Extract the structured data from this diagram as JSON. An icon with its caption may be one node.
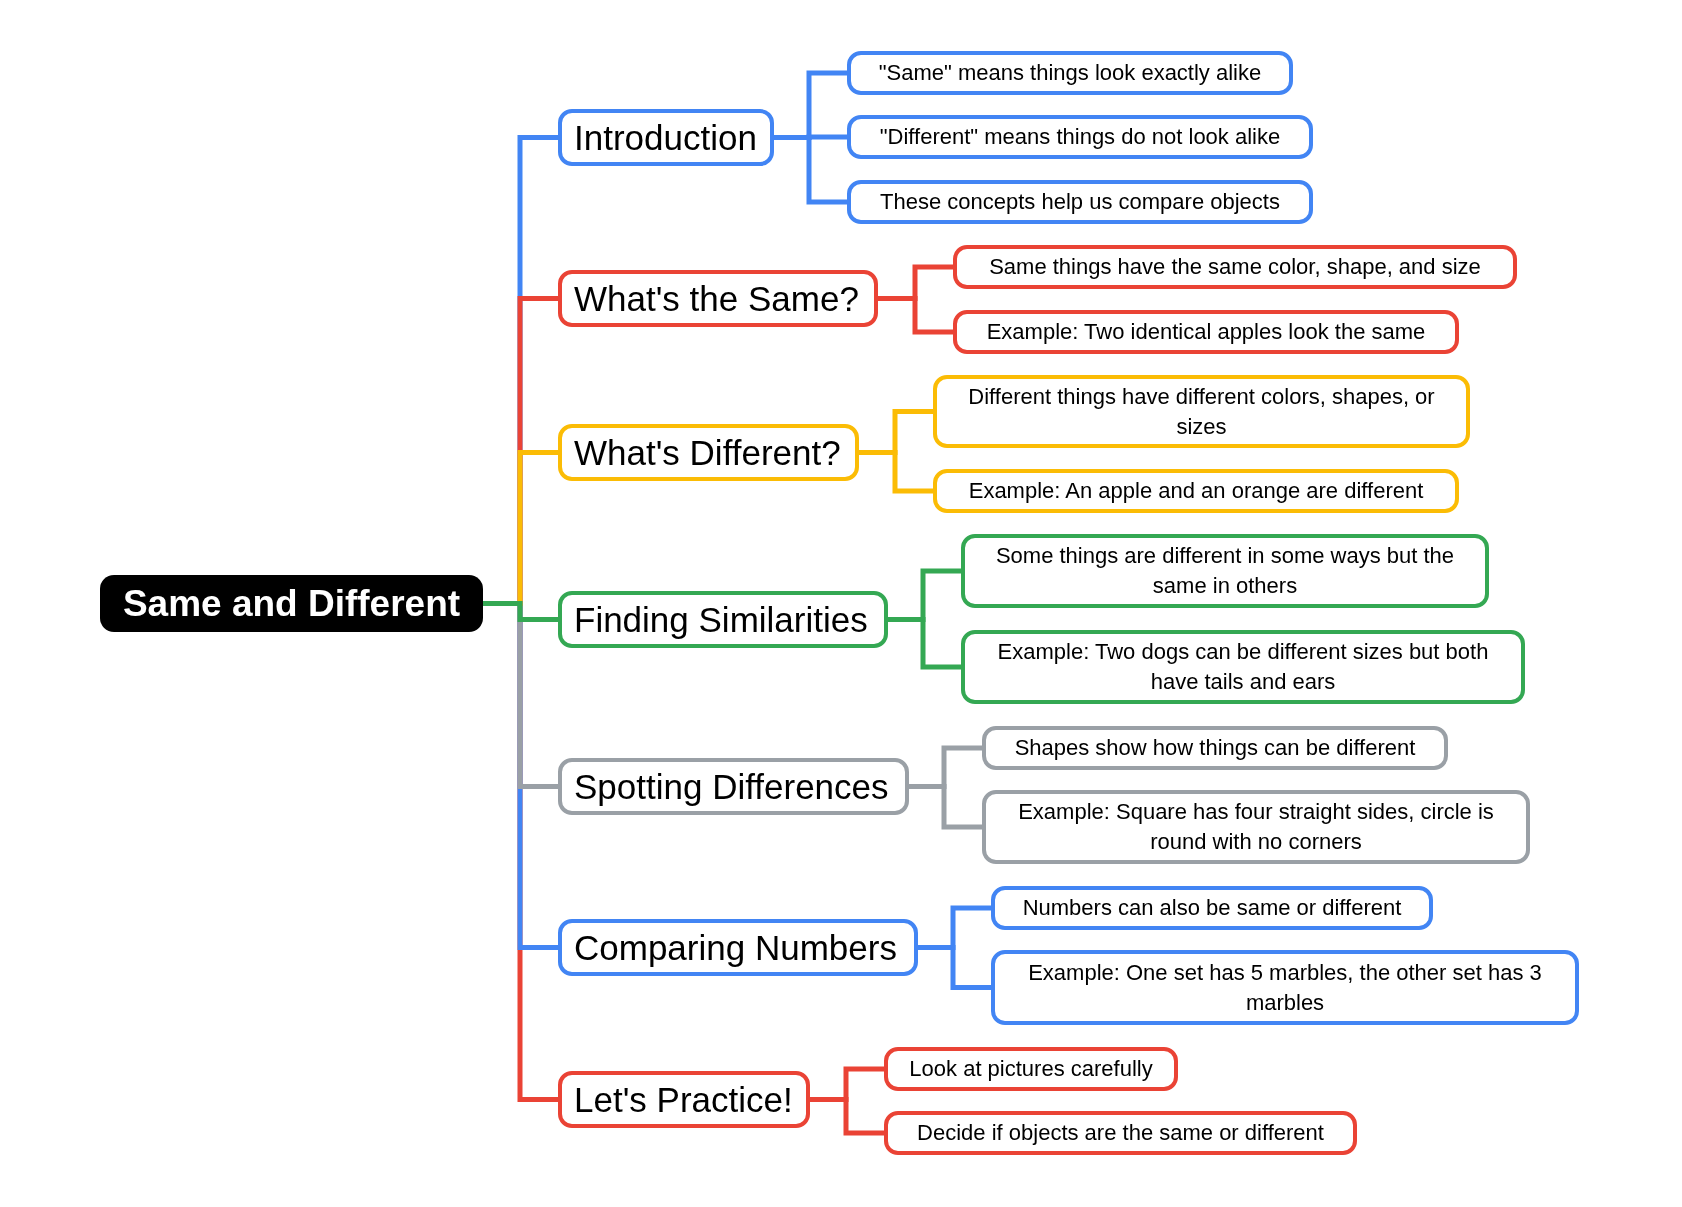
{
  "diagram": {
    "nodes": [
      {
        "text": [
          "Same and Different"
        ]
      },
      {
        "text": [
          "Introduction"
        ]
      },
      {
        "text": [
          "\"Same\" means things look exactly alike"
        ]
      },
      {
        "text": [
          "\"Different\" means things do not look alike"
        ]
      },
      {
        "text": [
          "These concepts help us compare objects"
        ]
      },
      {
        "text": [
          "What's the Same?"
        ]
      },
      {
        "text": [
          "Same things have the same color, shape, and size"
        ]
      },
      {
        "text": [
          "Example: Two identical apples look the same"
        ]
      },
      {
        "text": [
          "What's Different?"
        ]
      },
      {
        "text": [
          "Different things have different colors, shapes, or sizes"
        ]
      },
      {
        "text": [
          "Example: An apple and an orange are different"
        ]
      },
      {
        "text": [
          "Finding Similarities"
        ]
      },
      {
        "text": [
          "Some things are different in some ways but the same in others"
        ]
      },
      {
        "text": [
          "Example: Two dogs can be different sizes but both have tails and ears"
        ]
      },
      {
        "text": [
          "Spotting Differences"
        ]
      },
      {
        "text": [
          "Shapes show how things can be different"
        ]
      },
      {
        "text": [
          "Example: Square has four straight sides, circle is round with no corners"
        ]
      },
      {
        "text": [
          "Comparing Numbers"
        ]
      },
      {
        "text": [
          "Numbers can also be same or different"
        ]
      },
      {
        "text": [
          "Example: One set has 5 marbles, the other set has 3 marbles"
        ]
      },
      {
        "text": [
          "Let's Practice!"
        ]
      },
      {
        "text": [
          "Look at pictures carefully"
        ]
      },
      {
        "text": [
          "Decide if objects are the same or different"
        ]
      }
    ],
    "edges": [
      {
        "from": 0,
        "to": 1,
        "arrow": "none"
      },
      {
        "from": 1,
        "to": 2,
        "arrow": "none"
      },
      {
        "from": 1,
        "to": 3,
        "arrow": "none"
      },
      {
        "from": 1,
        "to": 4,
        "arrow": "none"
      },
      {
        "from": 0,
        "to": 5,
        "arrow": "none",
        "color": "#ea4335"
      },
      {
        "from": 5,
        "to": 6,
        "arrow": "none",
        "color": "#ea4335"
      },
      {
        "from": 5,
        "to": 7,
        "arrow": "none",
        "color": "#ea4335"
      },
      {
        "from": 0,
        "to": 8,
        "arrow": "none",
        "color": "#fbbc05"
      },
      {
        "from": 8,
        "to": 9,
        "arrow": "none",
        "color": "#fbbc05"
      },
      {
        "from": 8,
        "to": 10,
        "arrow": "none",
        "color": "#fbbc05"
      },
      {
        "from": 0,
        "to": 11,
        "arrow": "none",
        "color": "#34a853"
      },
      {
        "from": 11,
        "to": 12,
        "arrow": "none",
        "color": "#34a853"
      },
      {
        "from": 11,
        "to": 13,
        "arrow": "none",
        "color": "#34a853"
      },
      {
        "from": 0,
        "to": 14,
        "arrow": "none",
        "color": "#9aa0a6"
      },
      {
        "from": 14,
        "to": 15,
        "arrow": "none",
        "color": "#9aa0a6"
      },
      {
        "from": 14,
        "to": 16,
        "arrow": "none",
        "color": "#9aa0a6"
      },
      {
        "from": 0,
        "to": 17,
        "arrow": "none"
      },
      {
        "from": 17,
        "to": 18,
        "arrow": "none"
      },
      {
        "from": 17,
        "to": 19,
        "arrow": "none"
      },
      {
        "from": 0,
        "to": 20,
        "arrow": "none",
        "color": "#ea4335"
      },
      {
        "from": 20,
        "to": 21,
        "arrow": "none",
        "color": "#ea4335"
      },
      {
        "from": 20,
        "to": 22,
        "arrow": "none",
        "color": "#ea4335"
      }
    ]
  }
}
